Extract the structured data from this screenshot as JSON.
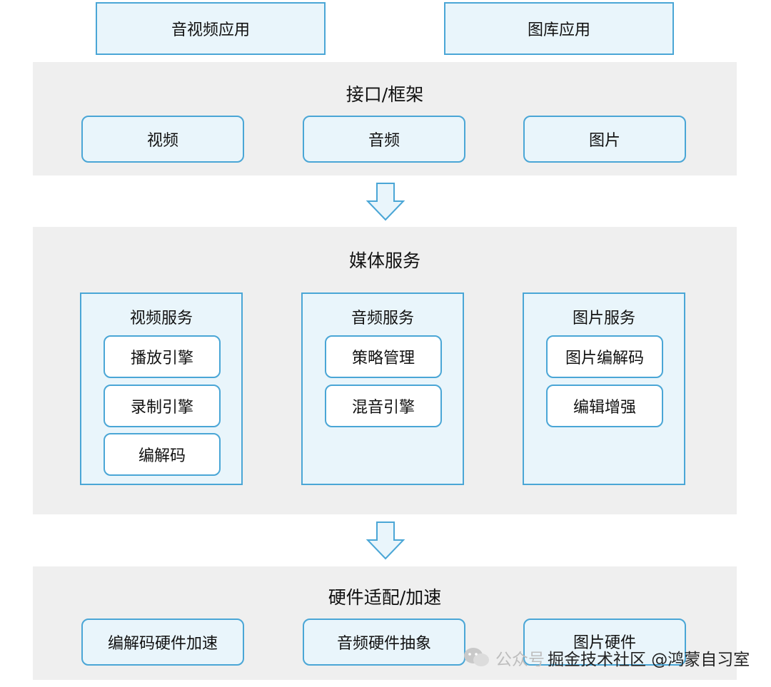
{
  "apps": {
    "av_app": "音视频应用",
    "gallery_app": "图库应用"
  },
  "interface_layer": {
    "title": "接口/框架",
    "items": [
      "视频",
      "音频",
      "图片"
    ]
  },
  "media_service": {
    "title": "媒体服务",
    "video": {
      "title": "视频服务",
      "items": [
        "播放引擎",
        "录制引擎",
        "编解码"
      ]
    },
    "audio": {
      "title": "音频服务",
      "items": [
        "策略管理",
        "混音引擎"
      ]
    },
    "image": {
      "title": "图片服务",
      "items": [
        "图片编解码",
        "编辑增强"
      ]
    }
  },
  "hardware_layer": {
    "title": "硬件适配/加速",
    "items": [
      "编解码硬件加速",
      "音频硬件抽象",
      "图片硬件"
    ]
  },
  "watermark": {
    "prefix": "公众号",
    "text": "掘金技术社区 @鸿蒙自习室"
  },
  "colors": {
    "box_fill": "#e9f5fb",
    "box_border": "#4aa6d6",
    "band_bg": "#efefef"
  }
}
